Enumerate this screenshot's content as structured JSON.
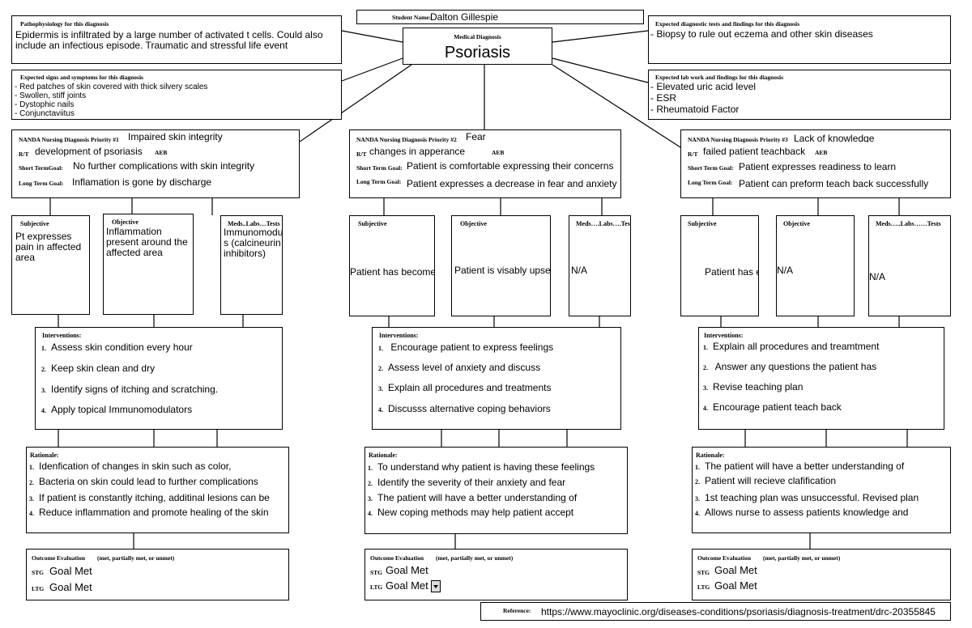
{
  "student": {
    "label": "Student Name:",
    "name": "Dalton Gillespie"
  },
  "diagnosis": {
    "label": "Medical Diagnosis",
    "value": "Psoriasis"
  },
  "patho": {
    "label": "Pathophysiology for this diagnosis",
    "line1": " Epidermis is infiltrated by a large number of activated t cells. Could also",
    "line2": "include an infectious episode. Traumatic and stressful life event"
  },
  "signs": {
    "label": "Expected signs and symptoms for this diagnosis",
    "items": [
      "- Red patches of skin covered with thick silvery scales",
      "- Swollen, stiff joints",
      "- Dystophic nails",
      "- Conjunctaviitus"
    ]
  },
  "diag_tests": {
    "label": "Expected diagnostic tests and findings for this diagnosis",
    "line1": "- Biopsy to rule out eczema and other skin diseases"
  },
  "lab_work": {
    "label": "Expected lab work and findings for this diagnosis",
    "items": [
      "- Elevated uric acid level",
      "- ESR",
      "- Rheumatoid Factor"
    ]
  },
  "common": {
    "rt_label": "R/T",
    "aeb": "AEB",
    "stg_label_1": "Short TermGoal:",
    "stg_label": "Short Term Goal:",
    "ltg_label": "Long Term Goal:",
    "subjective": "Subjective",
    "objective": "Objective",
    "meds_1": "Meds..Labs…Tests",
    "meds_2": "Meds….Labs….Tests",
    "meds_3": "Meds…..Labs……Tests",
    "interventions": "Interventions:",
    "rationale": "Rationale:",
    "outcome": "Outcome Evaluation",
    "outcome_hint": "(met, partially met, or unmet)",
    "stg": "STG",
    "ltg": "LTG",
    "n1": "1.",
    "n2": "2.",
    "n3": "3.",
    "n4": "4."
  },
  "columns": [
    {
      "priority_label": "NANDA Nursing Diagnosis Priority #1",
      "priority": "Impaired skin integrity",
      "rt": "development of psoriasis",
      "stg": "No further complications with skin integrity",
      "ltg": "Inflamation is gone by discharge",
      "subjective": [
        "Pt expresses",
        "pain in affected",
        "area"
      ],
      "objective": [
        "Inflammation",
        "present around the",
        "affected area"
      ],
      "meds": [
        "Immunomodulator",
        "s (calcineurin",
        "inhibitors)"
      ],
      "interventions": [
        "Assess skin condition every hour",
        "Keep skin clean and dry",
        "Identify signs of itching and scratching.",
        "Apply topical Immunomodulators"
      ],
      "rationale": [
        "Idenfication of changes in skin such as color,",
        "Bacteria on skin could lead to further complications",
        "If patient is constantly itching, additinal lesions can be",
        "Reduce inflammation and promote healing of the skin"
      ],
      "stg_result": "Goal Met",
      "ltg_result": "Goal Met"
    },
    {
      "priority_label": "NANDA Nursing Diagnosis Priority #2",
      "priority": "Fear",
      "rt": "changes in apperance",
      "stg": "Patient is comfortable expressing their concerns",
      "ltg": "Patient expresses a decrease in fear and anxiety",
      "subjective": [
        "Patient has become"
      ],
      "objective": [
        "Patient is visably upset"
      ],
      "meds": [
        "N/A"
      ],
      "interventions": [
        " Encourage patient to express feelings",
        "Assess level of anxiety and discuss",
        "Explain all procedures and treatments",
        "Discusss alternative coping behaviors"
      ],
      "rationale": [
        "To understand why patient is having these feelings",
        "Identify the severity of their anxiety and fear",
        "The patient will have a better understanding of",
        "New coping methods may help patient accept"
      ],
      "stg_result": "Goal Met",
      "ltg_result": "Goal Met"
    },
    {
      "priority_label": "NANDA Nursing Diagnosis Priority #3",
      "priority": "Lack of knowledge",
      "rt": "failed patient teachback",
      "stg": "Patient expresses readiness to learn",
      "ltg": "Patient can preform teach back successfully",
      "subjective": [
        "Patient has e"
      ],
      "objective": [
        "N/A"
      ],
      "meds": [
        "N/A"
      ],
      "interventions": [
        "Explain all procedures and treamtment",
        " Answer any questions the patient has",
        "Revise teaching plan",
        "Encourage patient teach back"
      ],
      "rationale": [
        "The patient will have a better understanding of",
        "Patient will recieve clafification",
        "1st teaching plan was unsuccessful. Revised plan",
        "Allows nurse to assess patients knowledge and"
      ],
      "stg_result": "Goal Met",
      "ltg_result": "Goal Met"
    }
  ],
  "reference": {
    "label": "Reference:",
    "url": "https://www.mayoclinic.org/diseases-conditions/psoriasis/diagnosis-treatment/drc-20355845"
  }
}
